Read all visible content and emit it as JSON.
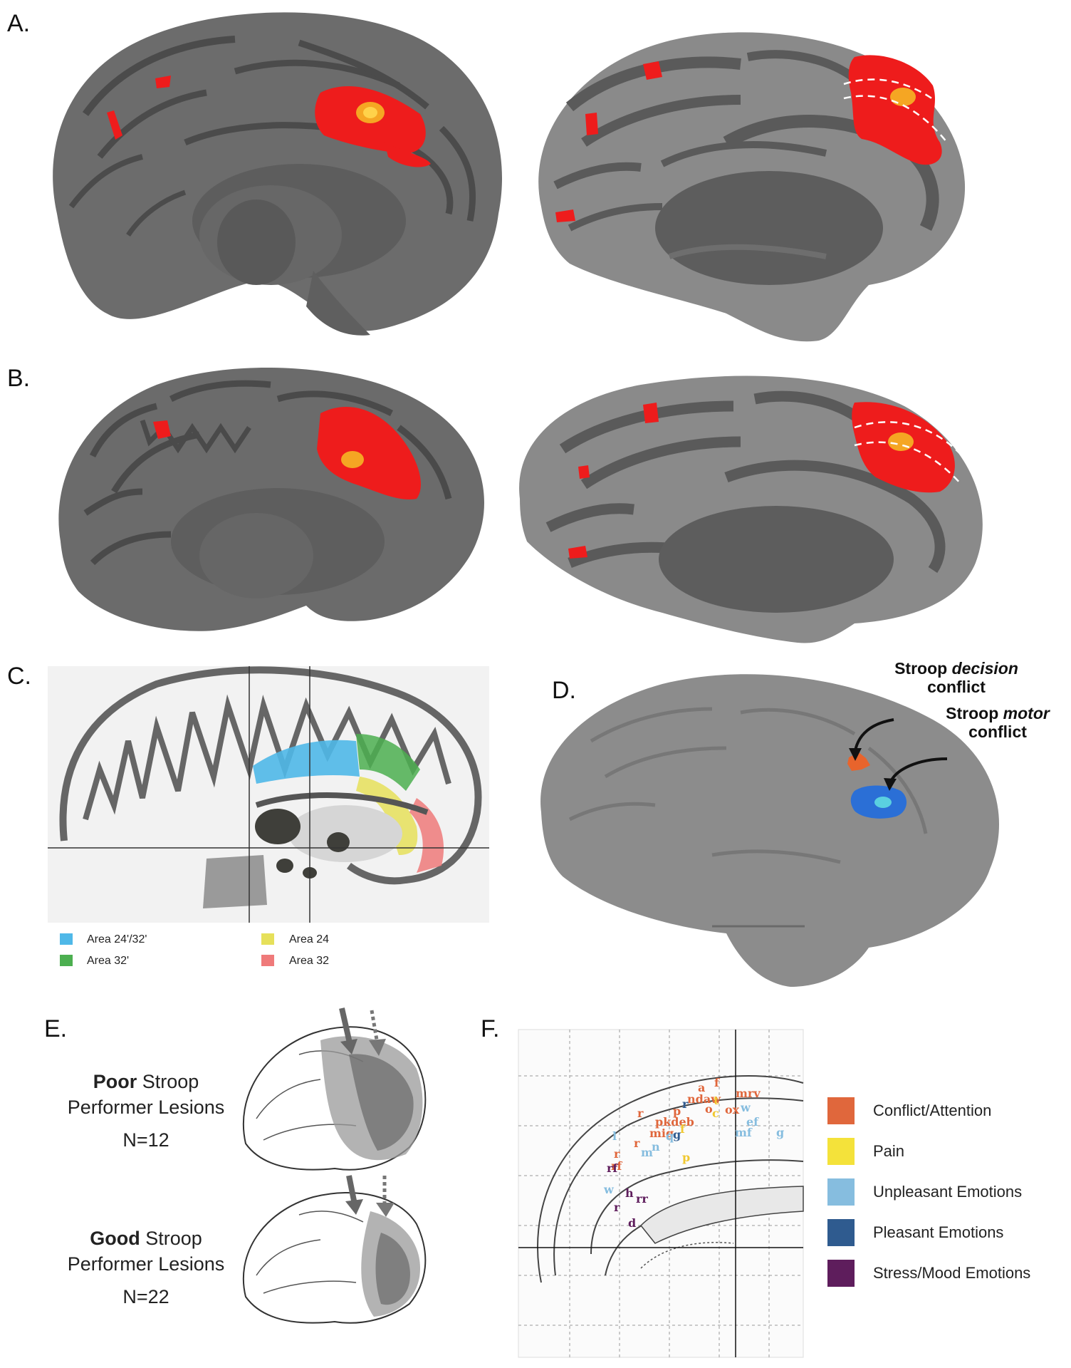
{
  "panels": {
    "a": {
      "label": "A."
    },
    "b": {
      "label": "B."
    },
    "c": {
      "label": "C.",
      "legend": [
        {
          "text": "Area 24'/32'",
          "color": "#4fb8e8"
        },
        {
          "text": "Area 32'",
          "color": "#4caf50"
        },
        {
          "text": "Area 24",
          "color": "#e6e05a"
        },
        {
          "text": "Area 32",
          "color": "#ef7a7a"
        }
      ]
    },
    "d": {
      "label": "D.",
      "decision": {
        "prefix": "Stroop ",
        "emph": "decision",
        "line2": "conflict",
        "color": "#e8642c"
      },
      "motor": {
        "prefix": "Stroop ",
        "emph": "motor",
        "line2": "conflict",
        "color": "#2b6fd6"
      }
    },
    "e": {
      "label": "E.",
      "poor": {
        "bold": "Poor",
        "rest": " Stroop",
        "line2": "Performer Lesions",
        "n": "N=12"
      },
      "good": {
        "bold": "Good",
        "rest": " Stroop",
        "line2": "Performer Lesions",
        "n": "N=22"
      }
    },
    "f": {
      "label": "F.",
      "legend": [
        {
          "text": "Conflict/Attention",
          "color": "#e0673c"
        },
        {
          "text": "Pain",
          "color": "#f4e23a"
        },
        {
          "text": "Unpleasant Emotions",
          "color": "#86bddf"
        },
        {
          "text": "Pleasant Emotions",
          "color": "#2f5b8f"
        },
        {
          "text": "Stress/Mood Emotions",
          "color": "#5e1d5c"
        }
      ]
    }
  },
  "colors": {
    "brain_dark": "#5a5a5a",
    "brain_light": "#8a8a8a",
    "activation": "#ee1c1c",
    "activation_peak": "#f5a623"
  }
}
